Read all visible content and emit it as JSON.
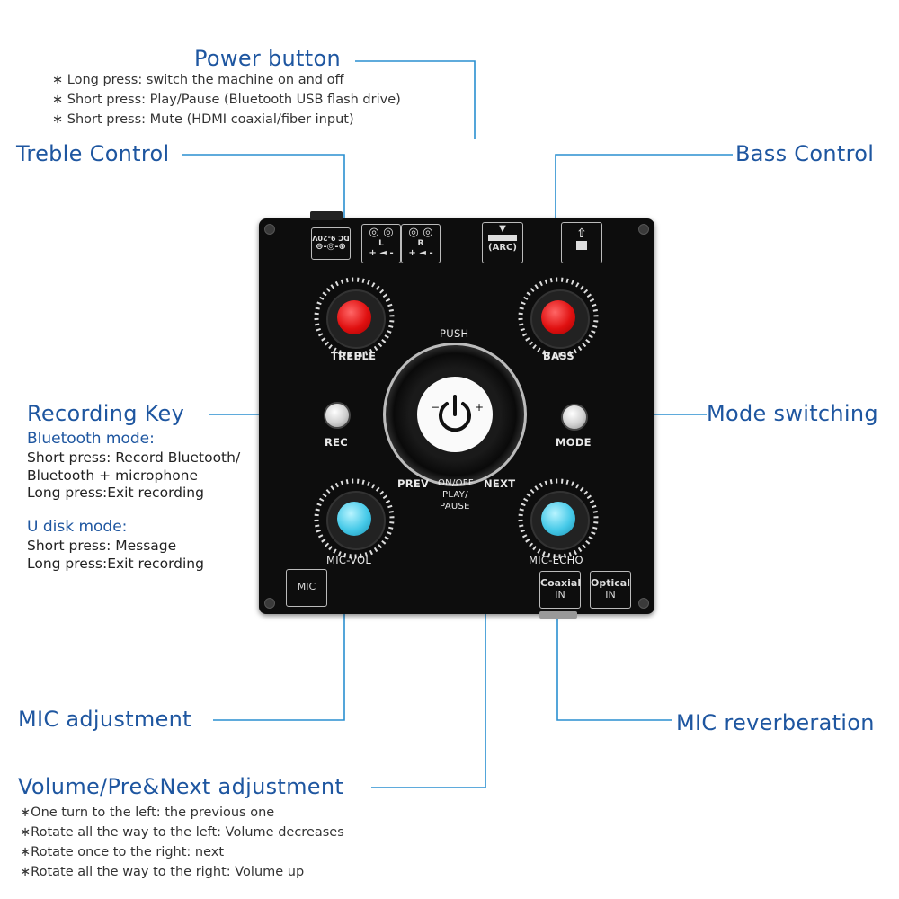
{
  "power": {
    "title": "Power button",
    "notes": [
      "∗ Long press: switch the machine on and off",
      "∗ Short press: Play/Pause (Bluetooth USB flash drive)",
      "∗ Short press: Mute (HDMI coaxial/fiber input)"
    ]
  },
  "treble": {
    "title": "Treble Control"
  },
  "bass": {
    "title": "Bass Control"
  },
  "recording": {
    "title": "Recording Key",
    "bt_heading": "Bluetooth mode:",
    "bt_lines": [
      "Short press: Record Bluetooth/",
      "Bluetooth + microphone",
      "Long press:Exit recording"
    ],
    "udisk_heading": "U disk mode:",
    "udisk_lines": [
      "Short press: Message",
      "Long press:Exit recording"
    ]
  },
  "mode": {
    "title": "Mode switching"
  },
  "mic_adj": {
    "title": "MIC adjustment"
  },
  "mic_rev": {
    "title": "MIC reverberation"
  },
  "volume": {
    "title": "Volume/Pre&Next adjustment",
    "notes": [
      "∗One turn to the left: the previous one",
      "∗Rotate all the way to the left: Volume decreases",
      "∗Rotate once to the right: next",
      "∗Rotate all the way to the right: Volume up"
    ]
  },
  "panel": {
    "dc_label": "DC 9-20V",
    "arc_label": "(ARC)",
    "treble_label": "TREBLE",
    "bass_label": "BASS",
    "push_label": "PUSH",
    "rec_label": "REC",
    "mode_label": "MODE",
    "prev_label": "PREV",
    "next_label": "NEXT",
    "onoff_label": "ON/OFF",
    "playpause_label1": "PLAY/",
    "playpause_label2": "PAUSE",
    "micvol_label": "MIC-VOL",
    "micecho_label": "MIC-ECHO",
    "mic_port_label": "MIC",
    "coaxial_label1": "Coaxial",
    "coaxial_label2": "IN",
    "optical_label1": "Optical",
    "optical_label2": "IN",
    "speaker_l": "L",
    "speaker_r": "R"
  },
  "colors": {
    "accent": "#1e56a0",
    "leader": "#2a8fd0",
    "knob_red": "#e01010",
    "knob_cyan": "#45c9e8"
  }
}
